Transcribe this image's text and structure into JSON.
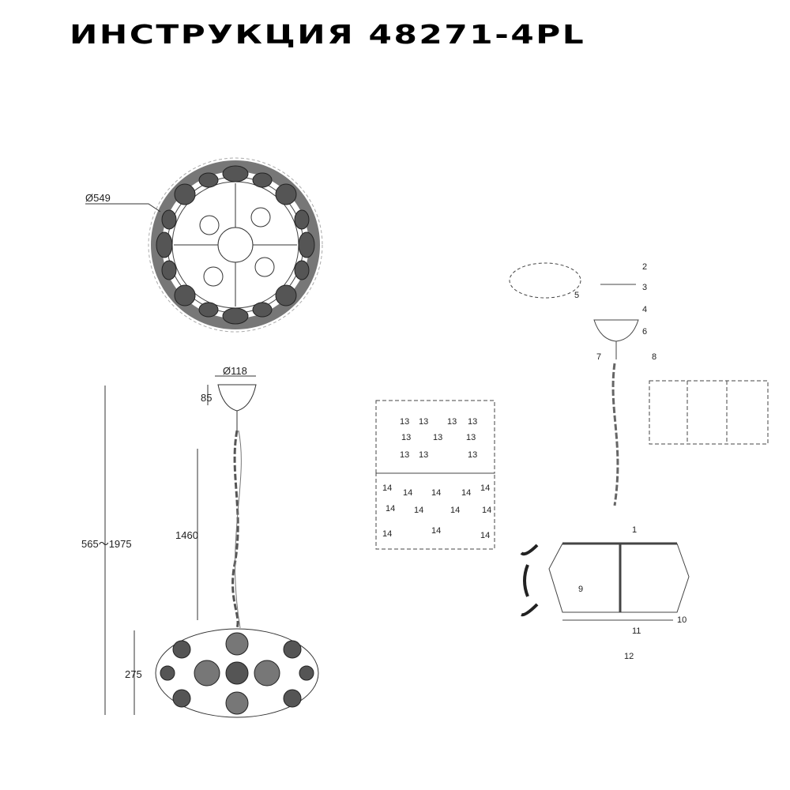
{
  "header": {
    "title": "ИНСТРУКЦИЯ 48271-4PL"
  },
  "top_view": {
    "diameter_label": "Ø549"
  },
  "side_view": {
    "canopy_diameter_label": "Ø118",
    "canopy_height_label": "85",
    "total_height_label": "565～1975",
    "chain_length_label": "1460",
    "shade_height_label": "275"
  },
  "assembly": {
    "steps": [
      "1",
      "2",
      "3",
      "4",
      "5",
      "6",
      "7",
      "8",
      "9",
      "10",
      "11",
      "12"
    ],
    "part_13_label": "13",
    "part_14_label": "14",
    "part_13_positions": [
      "13",
      "13",
      "13",
      "13",
      "13",
      "13",
      "13",
      "13",
      "13",
      "13"
    ],
    "part_14_positions": [
      "14",
      "14",
      "14",
      "14",
      "14",
      "14",
      "14",
      "14",
      "14",
      "14",
      "14",
      "14"
    ]
  },
  "colors": {
    "ink": "#111111",
    "line": "#555555",
    "background": "#ffffff"
  }
}
